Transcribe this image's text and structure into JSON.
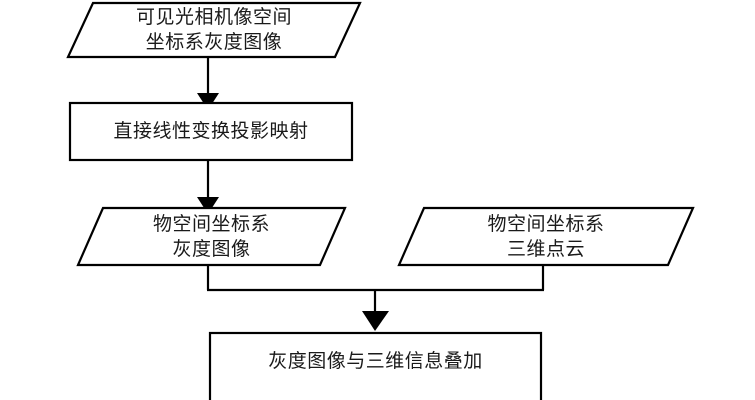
{
  "diagram": {
    "type": "flowchart",
    "title": "",
    "orientation": "top-to-bottom",
    "background_color": "#ffffff",
    "stroke_color": "#000000",
    "text_color": "#1a1a1a",
    "nodes": [
      {
        "id": "n1",
        "shape": "parallelogram",
        "role": "input-output",
        "lines": [
          "可见光相机像空间",
          "坐标系灰度图像"
        ],
        "text": "可见光相机像空间坐标系灰度图像"
      },
      {
        "id": "n2",
        "shape": "rectangle",
        "role": "process",
        "lines": [
          "直接线性变换投影映射"
        ],
        "text": "直接线性变换投影映射"
      },
      {
        "id": "n3",
        "shape": "parallelogram",
        "role": "input-output",
        "lines": [
          "物空间坐标系",
          "灰度图像"
        ],
        "text": "物空间坐标系灰度图像"
      },
      {
        "id": "n4",
        "shape": "parallelogram",
        "role": "input-output",
        "lines": [
          "物空间坐标系",
          "三维点云"
        ],
        "text": "物空间坐标系三维点云"
      },
      {
        "id": "n5",
        "shape": "rectangle",
        "role": "process",
        "lines": [
          "灰度图像与三维信息叠加"
        ],
        "text": "灰度图像与三维信息叠加"
      }
    ],
    "edges": [
      {
        "id": "e1",
        "from": "n1",
        "to": "n2",
        "style": "arrow"
      },
      {
        "id": "e2",
        "from": "n2",
        "to": "n3",
        "style": "arrow"
      },
      {
        "id": "e3",
        "from": "n3",
        "to": "n5",
        "style": "merge-arrow"
      },
      {
        "id": "e4",
        "from": "n4",
        "to": "n5",
        "style": "merge-arrow"
      }
    ]
  }
}
